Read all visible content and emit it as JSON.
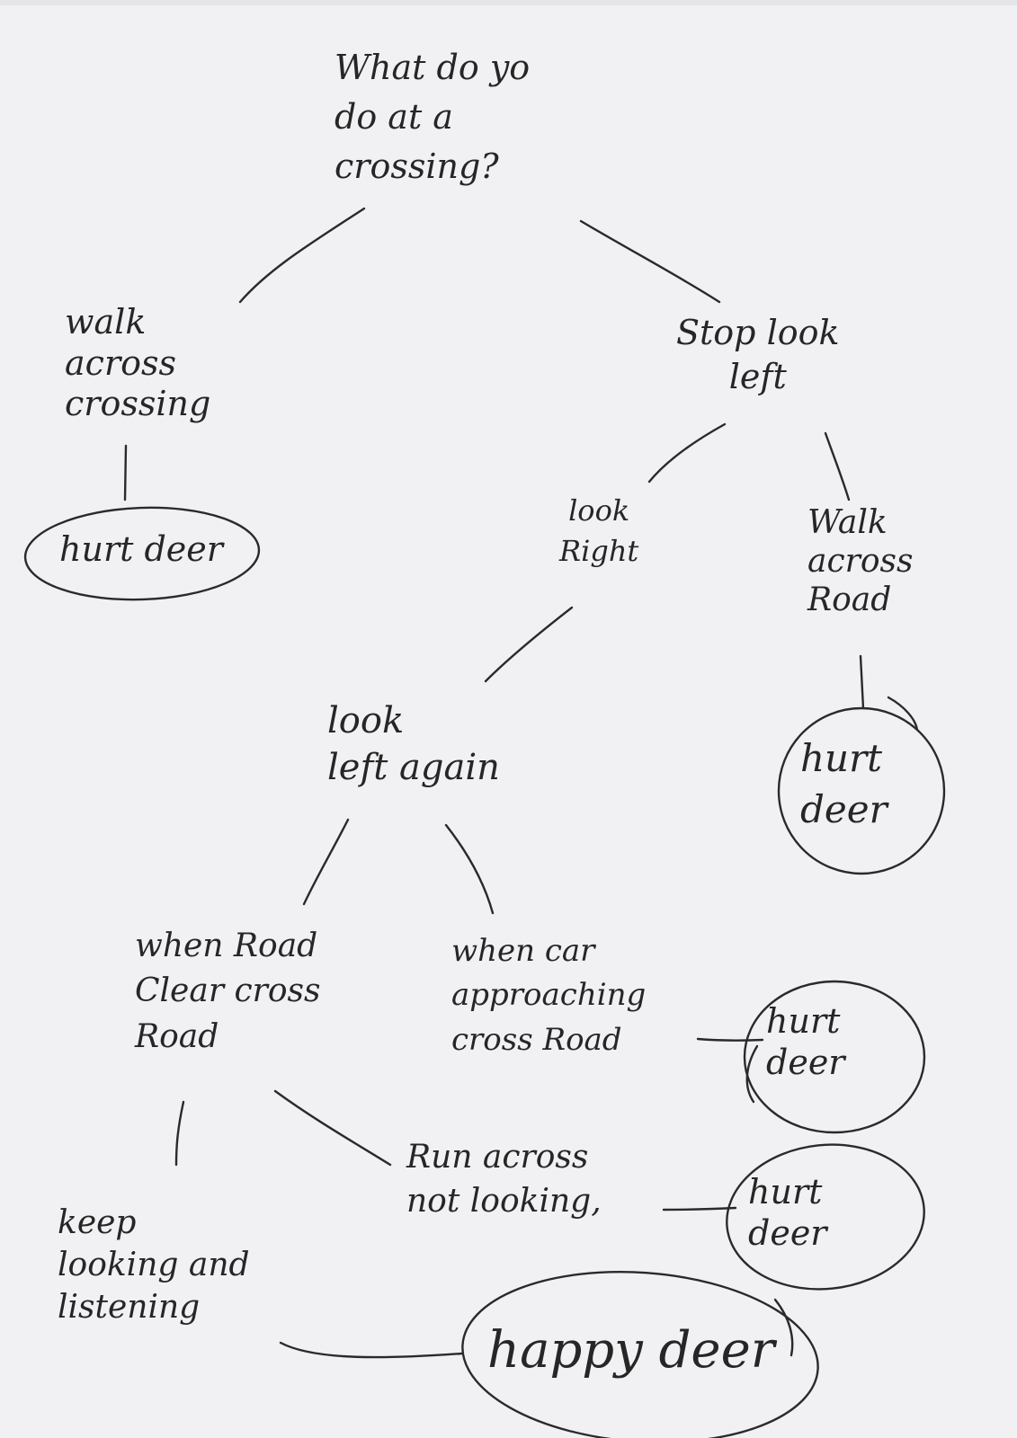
{
  "diagram": {
    "question": "What do yo\ndo at a\ncrossing?",
    "left_branch": {
      "option": "walk\nacross\ncrossing",
      "outcome": "hurt deer"
    },
    "right_branch": {
      "option": "Stop look\nleft",
      "walk_option": "Walk\nacross\nRoad",
      "walk_outcome": "hurt\ndeer",
      "look_right": "look\nRight",
      "look_left_again": "look\nleft again",
      "road_clear": "when Road\nClear cross\nRoad",
      "car_approaching": "when car\napproaching\ncross Road",
      "car_outcome": "hurt\ndeer",
      "run_across": "Run across\nnot looking,",
      "run_outcome": "hurt\ndeer",
      "keep_looking": "keep\nlooking and\nlistening",
      "final_outcome": "happy deer"
    }
  }
}
